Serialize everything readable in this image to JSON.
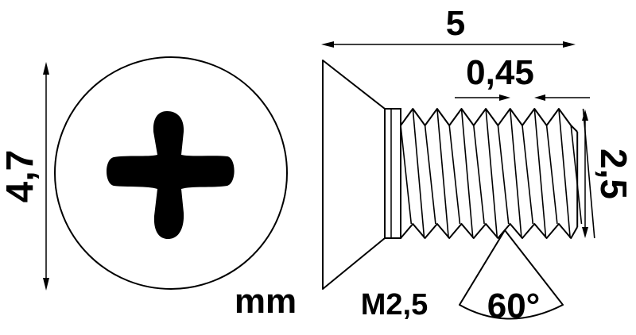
{
  "labels": {
    "head_diameter": "4,7",
    "length": "5",
    "pitch": "0,45",
    "thread_diameter": "2,5",
    "unit": "mm",
    "designation": "M2,5",
    "thread_angle": "60°"
  },
  "colors": {
    "stroke": "#000000",
    "fill": "#ffffff",
    "recess": "#000000"
  }
}
